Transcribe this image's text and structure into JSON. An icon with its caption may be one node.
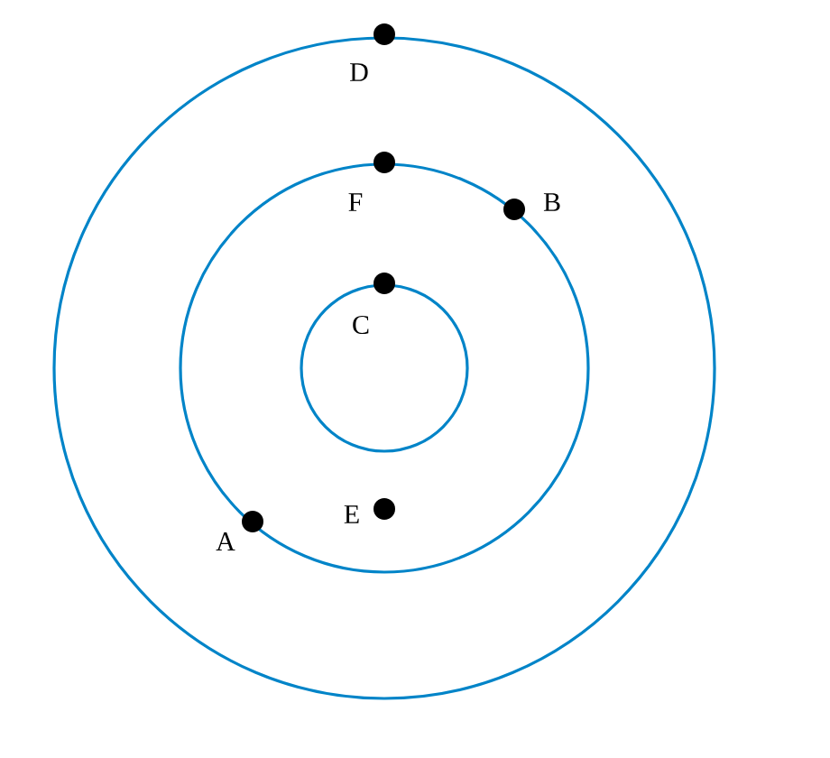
{
  "diagram": {
    "labels": [
      "D",
      "F",
      "B",
      "C",
      "E",
      "A"
    ]
  }
}
